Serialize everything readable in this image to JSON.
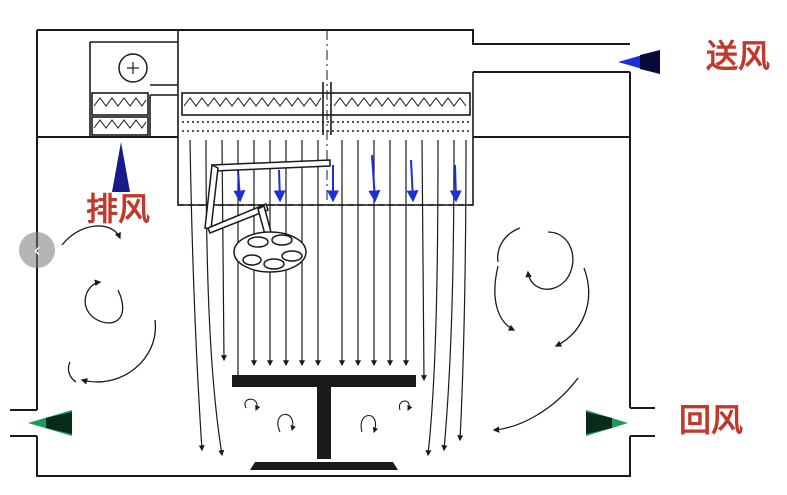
{
  "labels": {
    "supply_air": "送风",
    "exhaust_air": "排风",
    "return_air": "回风"
  },
  "icons": {
    "nav_prev": "chevron-left-icon"
  },
  "colors": {
    "label_red": "#c0392b",
    "flow_arrow_blue": "#1a2fd6",
    "supply_arrow": "#1a2fd6",
    "exhaust_arrow": "#1a1a8c",
    "return_arrow_green": "#1d9a57",
    "line": "#1a1a1a"
  }
}
